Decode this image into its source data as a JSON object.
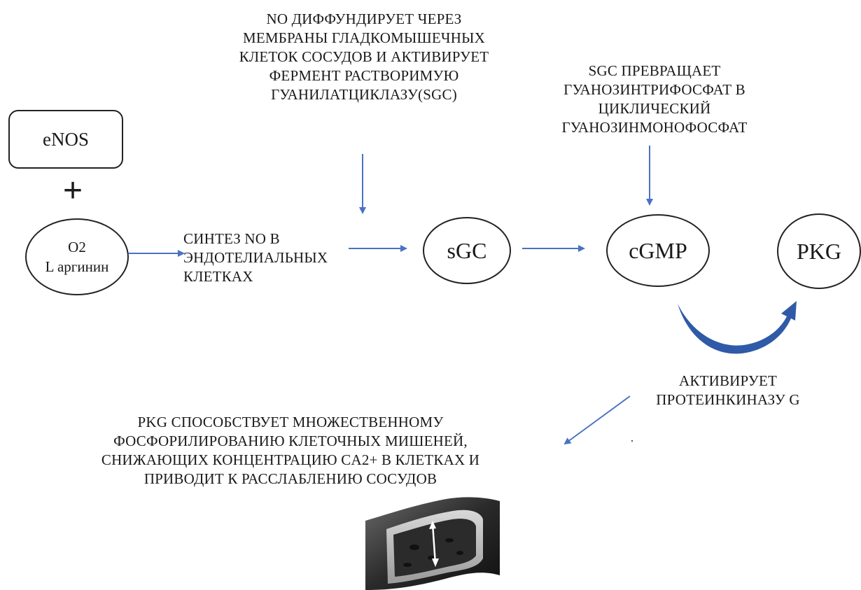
{
  "nodes": {
    "enos": "eNOS",
    "plus": "+",
    "o2": "O2",
    "l_arginine": "L аргинин",
    "sgc": "sGC",
    "cgmp": "cGMP",
    "pkg": "PKG"
  },
  "labels": {
    "no_diffuses": "NO ДИФФУНДИРУЕТ ЧЕРЕЗ МЕМБРАНЫ ГЛАДКОМЫШЕЧНЫХ КЛЕТОК СОСУДОВ И АКТИВИРУЕТ ФЕРМЕНТ РАСТВОРИМУЮ ГУАНИЛАТЦИКЛАЗУ(sGC)",
    "sgc_converts": "sGC ПРЕВРАЩАЕТ ГУАНОЗИНТРИФОСФАТ В ЦИКЛИЧЕСКИЙ ГУАНОЗИНМОНОФОСФАТ",
    "no_synthesis": "СИНТЕЗ NO В ЭНДОТЕЛИАЛЬНЫХ КЛЕТКАХ",
    "activates_pkg": "АКТИВИРУЕТ ПРОТЕИНКИНАЗУ G",
    "pkg_effect": "PKG СПОСОБСТВУЕТ МНОЖЕСТВЕННОМУ ФОСФОРИЛИРОВАНИЮ КЛЕТОЧНЫХ МИШЕНЕЙ, СНИЖАЮЩИХ КОНЦЕНТРАЦИЮ Ca2+ В КЛЕТКАХ И ПРИВОДИТ К РАССЛАБЛЕНИЮ СОСУДОВ"
  },
  "colors": {
    "arrow": "#4a72c4",
    "curved_arrow": "#2f5aa8",
    "outline": "#222222"
  }
}
